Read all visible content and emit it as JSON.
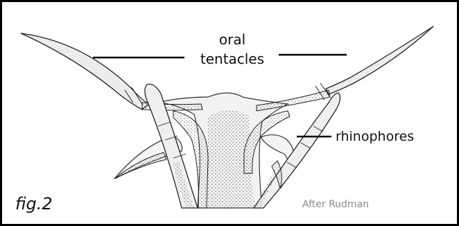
{
  "labels": {
    "oral": "oral",
    "tentacles": "tentacles",
    "rhinophores": "rhinophores",
    "figure": "fig.2",
    "credit": "After Rudman"
  },
  "colors": {
    "ink": "#111111",
    "credit": "#8a8a8a",
    "fill": "#e6e6e6",
    "stipple": "#555555"
  }
}
